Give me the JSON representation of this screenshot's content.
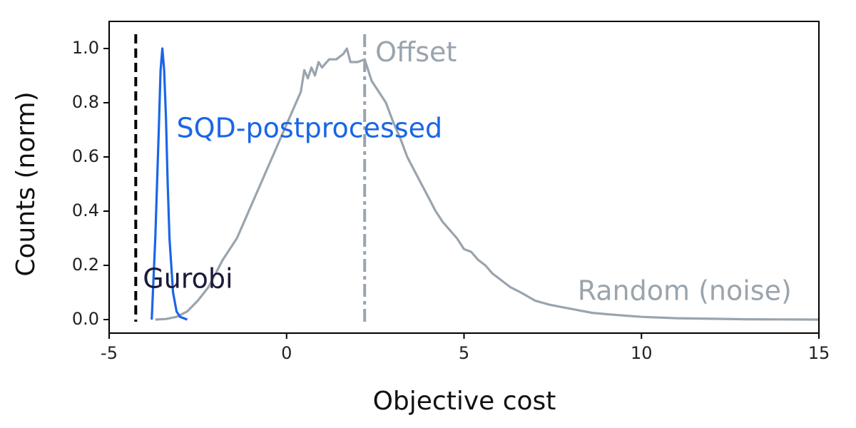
{
  "chart_data": {
    "type": "line",
    "title": "",
    "xlabel": "Objective cost",
    "ylabel": "Counts (norm)",
    "xlim": [
      -5,
      15
    ],
    "ylim": [
      -0.05,
      1.1
    ],
    "x_ticks": [
      -5,
      0,
      5,
      10,
      15
    ],
    "x_tick_labels": [
      "-5",
      "0",
      "5",
      "10",
      "15"
    ],
    "y_ticks": [
      0.0,
      0.2,
      0.4,
      0.6,
      0.8,
      1.0
    ],
    "y_tick_labels": [
      "0.0",
      "0.2",
      "0.4",
      "0.6",
      "0.8",
      "1.0"
    ],
    "grid": false,
    "legend": "none",
    "series": [
      {
        "name": "Random (noise)",
        "color": "#9aa4ad",
        "x": [
          -3.7,
          -3.4,
          -3.1,
          -2.8,
          -2.5,
          -2.2,
          -2.0,
          -1.8,
          -1.6,
          -1.4,
          -1.2,
          -1.0,
          -0.8,
          -0.6,
          -0.4,
          -0.2,
          0.0,
          0.2,
          0.4,
          0.5,
          0.6,
          0.7,
          0.8,
          0.9,
          1.0,
          1.2,
          1.4,
          1.6,
          1.7,
          1.8,
          2.0,
          2.2,
          2.4,
          2.6,
          2.8,
          3.0,
          3.2,
          3.4,
          3.6,
          3.8,
          4.0,
          4.2,
          4.4,
          4.6,
          4.8,
          5.0,
          5.2,
          5.4,
          5.6,
          5.8,
          6.0,
          6.3,
          6.6,
          7.0,
          7.4,
          7.8,
          8.2,
          8.6,
          9.0,
          9.5,
          10.0,
          11.0,
          12.0,
          13.0,
          14.0,
          15.0
        ],
        "y": [
          0.0,
          0.002,
          0.01,
          0.03,
          0.07,
          0.12,
          0.17,
          0.22,
          0.26,
          0.3,
          0.36,
          0.42,
          0.48,
          0.54,
          0.6,
          0.66,
          0.72,
          0.78,
          0.84,
          0.92,
          0.89,
          0.93,
          0.9,
          0.95,
          0.93,
          0.96,
          0.96,
          0.98,
          1.0,
          0.95,
          0.95,
          0.96,
          0.88,
          0.84,
          0.8,
          0.73,
          0.67,
          0.6,
          0.55,
          0.5,
          0.45,
          0.4,
          0.36,
          0.33,
          0.3,
          0.26,
          0.25,
          0.22,
          0.2,
          0.17,
          0.15,
          0.12,
          0.1,
          0.07,
          0.055,
          0.045,
          0.035,
          0.025,
          0.02,
          0.015,
          0.01,
          0.005,
          0.003,
          0.001,
          0.0005,
          0.0
        ]
      },
      {
        "name": "SQD-postprocessed",
        "color": "#1a66e6",
        "x": [
          -3.8,
          -3.7,
          -3.6,
          -3.55,
          -3.5,
          -3.45,
          -3.4,
          -3.35,
          -3.3,
          -3.2,
          -3.1,
          -3.0,
          -2.8
        ],
        "y": [
          0.0,
          0.3,
          0.7,
          0.92,
          1.0,
          0.92,
          0.75,
          0.5,
          0.3,
          0.1,
          0.03,
          0.01,
          0.0
        ]
      }
    ],
    "vlines": [
      {
        "name": "Gurobi",
        "x": -4.25,
        "color": "#000000",
        "style": "dashed"
      },
      {
        "name": "Offset",
        "x": 2.2,
        "color": "#9aa4ad",
        "style": "dashdot"
      }
    ],
    "annotations": [
      {
        "text": "SQD-postprocessed",
        "x": -3.1,
        "y": 0.7,
        "color": "#1a66e6"
      },
      {
        "text": "Offset",
        "x": 2.5,
        "y": 0.98,
        "color": "#9aa4ad"
      },
      {
        "text": "Gurobi",
        "x": -4.05,
        "y": 0.145,
        "color": "#1a1a3a"
      },
      {
        "text": "Random (noise)",
        "x": 8.2,
        "y": 0.1,
        "color": "#9aa4ad"
      }
    ]
  }
}
